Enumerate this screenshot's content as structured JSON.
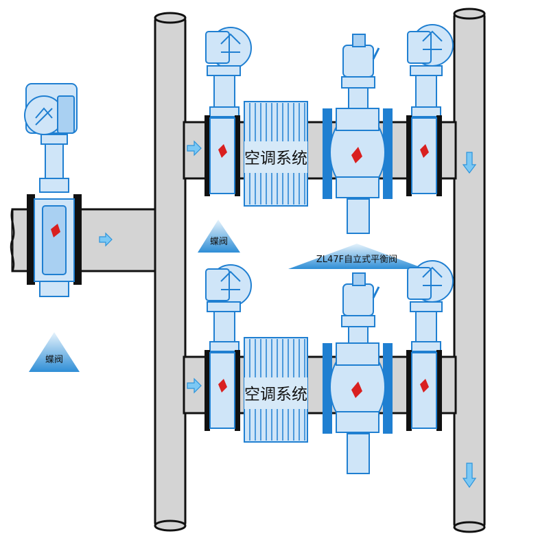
{
  "labels": {
    "heat_exchanger_top": "空调系统",
    "heat_exchanger_bottom": "空调系统",
    "butterfly_valve_left": "蝶阀",
    "butterfly_valve_mid": "蝶阀",
    "balance_valve": "ZL47F自立式平衡阀"
  },
  "colors": {
    "valve_fill": "#cfe5f8",
    "valve_stroke": "#1f7fd1",
    "pipe_fill": "#d4d4d4",
    "indicator_red": "#d92020",
    "callout": "#2f8ed6"
  },
  "icons": {
    "flow_arrow": "arrow-icon",
    "butterfly_valve": "butterfly-valve-icon",
    "balance_valve": "balance-valve-icon",
    "heat_exchanger": "heat-exchanger-icon"
  }
}
